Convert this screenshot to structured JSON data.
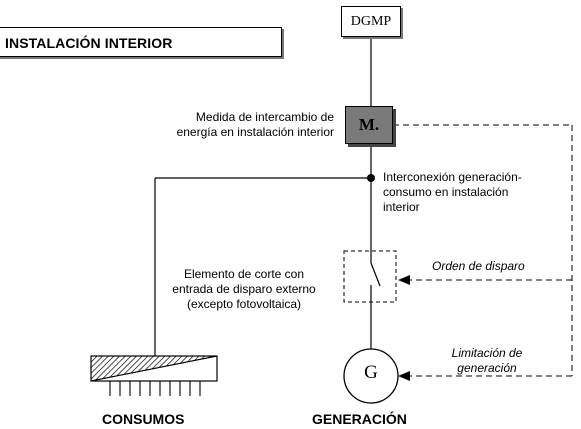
{
  "title": "INSTALACIÓN INTERIOR",
  "boxes": {
    "dgmp": "DGMP",
    "meter": "M.",
    "generator": "G"
  },
  "labels": {
    "meter_measure": [
      "Medida de intercambio de",
      "energía en instalación interior"
    ],
    "interconnection": [
      "Interconexión generación-",
      "consumo en instalación",
      "interior"
    ],
    "cut_element": [
      "Elemento de corte con",
      "entrada de disparo externo",
      "(excepto fotovoltaica)"
    ],
    "trip_order": "Orden de disparo",
    "gen_limit": [
      "Limitación de",
      "generación"
    ],
    "consumption": "CONSUMOS",
    "generation": "GENERACIÓN"
  }
}
